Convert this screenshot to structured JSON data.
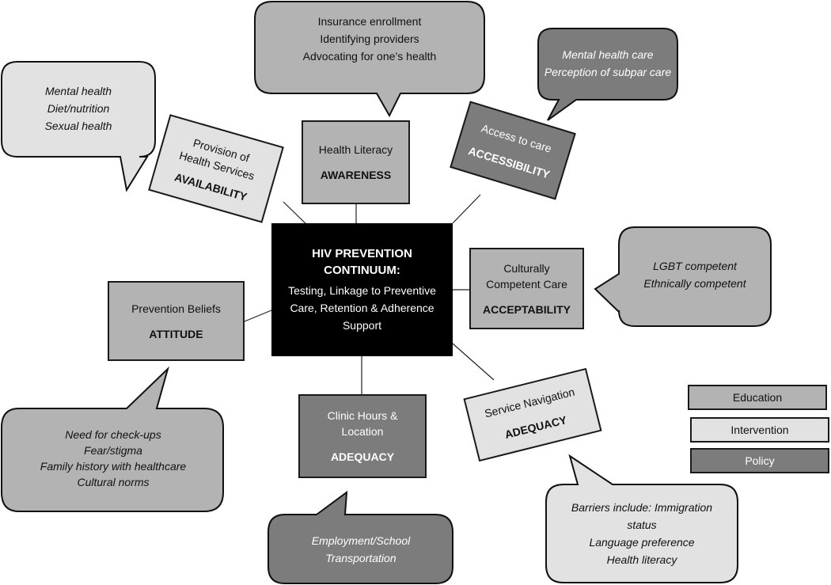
{
  "center": {
    "title_lines": [
      "HIV PREVENTION",
      "CONTINUUM:"
    ],
    "subtitle_lines": [
      "Testing, Linkage to Preventive",
      "Care, Retention & Adherence",
      "Support"
    ]
  },
  "nodes": {
    "availability": {
      "label_lines": [
        "Provision of",
        "Health Services"
      ],
      "keyword": "AVAILABILITY",
      "category": "Intervention"
    },
    "awareness": {
      "label_lines": [
        "Health Literacy"
      ],
      "keyword": "AWARENESS",
      "category": "Education"
    },
    "accessibility": {
      "label_lines": [
        "Access to care"
      ],
      "keyword": "ACCESSIBILITY",
      "category": "Policy"
    },
    "acceptability": {
      "label_lines": [
        "Culturally",
        "Competent Care"
      ],
      "keyword": "ACCEPTABILITY",
      "category": "Education"
    },
    "attitude": {
      "label_lines": [
        "Prevention Beliefs"
      ],
      "keyword": "ATTITUDE",
      "category": "Education"
    },
    "adequacy_clinic": {
      "label_lines": [
        "Clinic Hours &",
        "Location"
      ],
      "keyword": "ADEQUACY",
      "category": "Policy"
    },
    "adequacy_nav": {
      "label_lines": [
        "Service Navigation"
      ],
      "keyword": "ADEQUACY",
      "category": "Intervention"
    }
  },
  "bubbles": {
    "availability": {
      "lines": [
        "Mental health",
        "Diet/nutrition",
        "Sexual health"
      ],
      "italic": true
    },
    "awareness": {
      "lines": [
        "Insurance enrollment",
        "Identifying providers",
        "Advocating for one’s health"
      ],
      "italic": false
    },
    "accessibility": {
      "lines": [
        "Mental health care",
        "Perception of subpar care"
      ],
      "italic": true
    },
    "acceptability": {
      "lines": [
        "LGBT competent",
        "Ethnically competent"
      ],
      "italic": true
    },
    "attitude": {
      "lines": [
        "Need for check-ups",
        "Fear/stigma",
        "Family history with healthcare",
        "Cultural norms"
      ],
      "italic": true
    },
    "adequacy_clinic": {
      "lines": [
        "Employment/School",
        "Transportation"
      ],
      "italic": true
    },
    "adequacy_nav": {
      "lines": [
        "Barriers include: Immigration",
        "status",
        "Language preference",
        "Health literacy"
      ],
      "italic": true
    }
  },
  "legend": {
    "items": [
      {
        "label": "Education",
        "color": "#b3b3b3"
      },
      {
        "label": "Intervention",
        "color": "#e2e2e2"
      },
      {
        "label": "Policy",
        "color": "#7c7c7c"
      }
    ]
  },
  "colors": {
    "education": "#b3b3b3",
    "intervention": "#e2e2e2",
    "policy": "#7c7c7c",
    "center": "#000000"
  }
}
